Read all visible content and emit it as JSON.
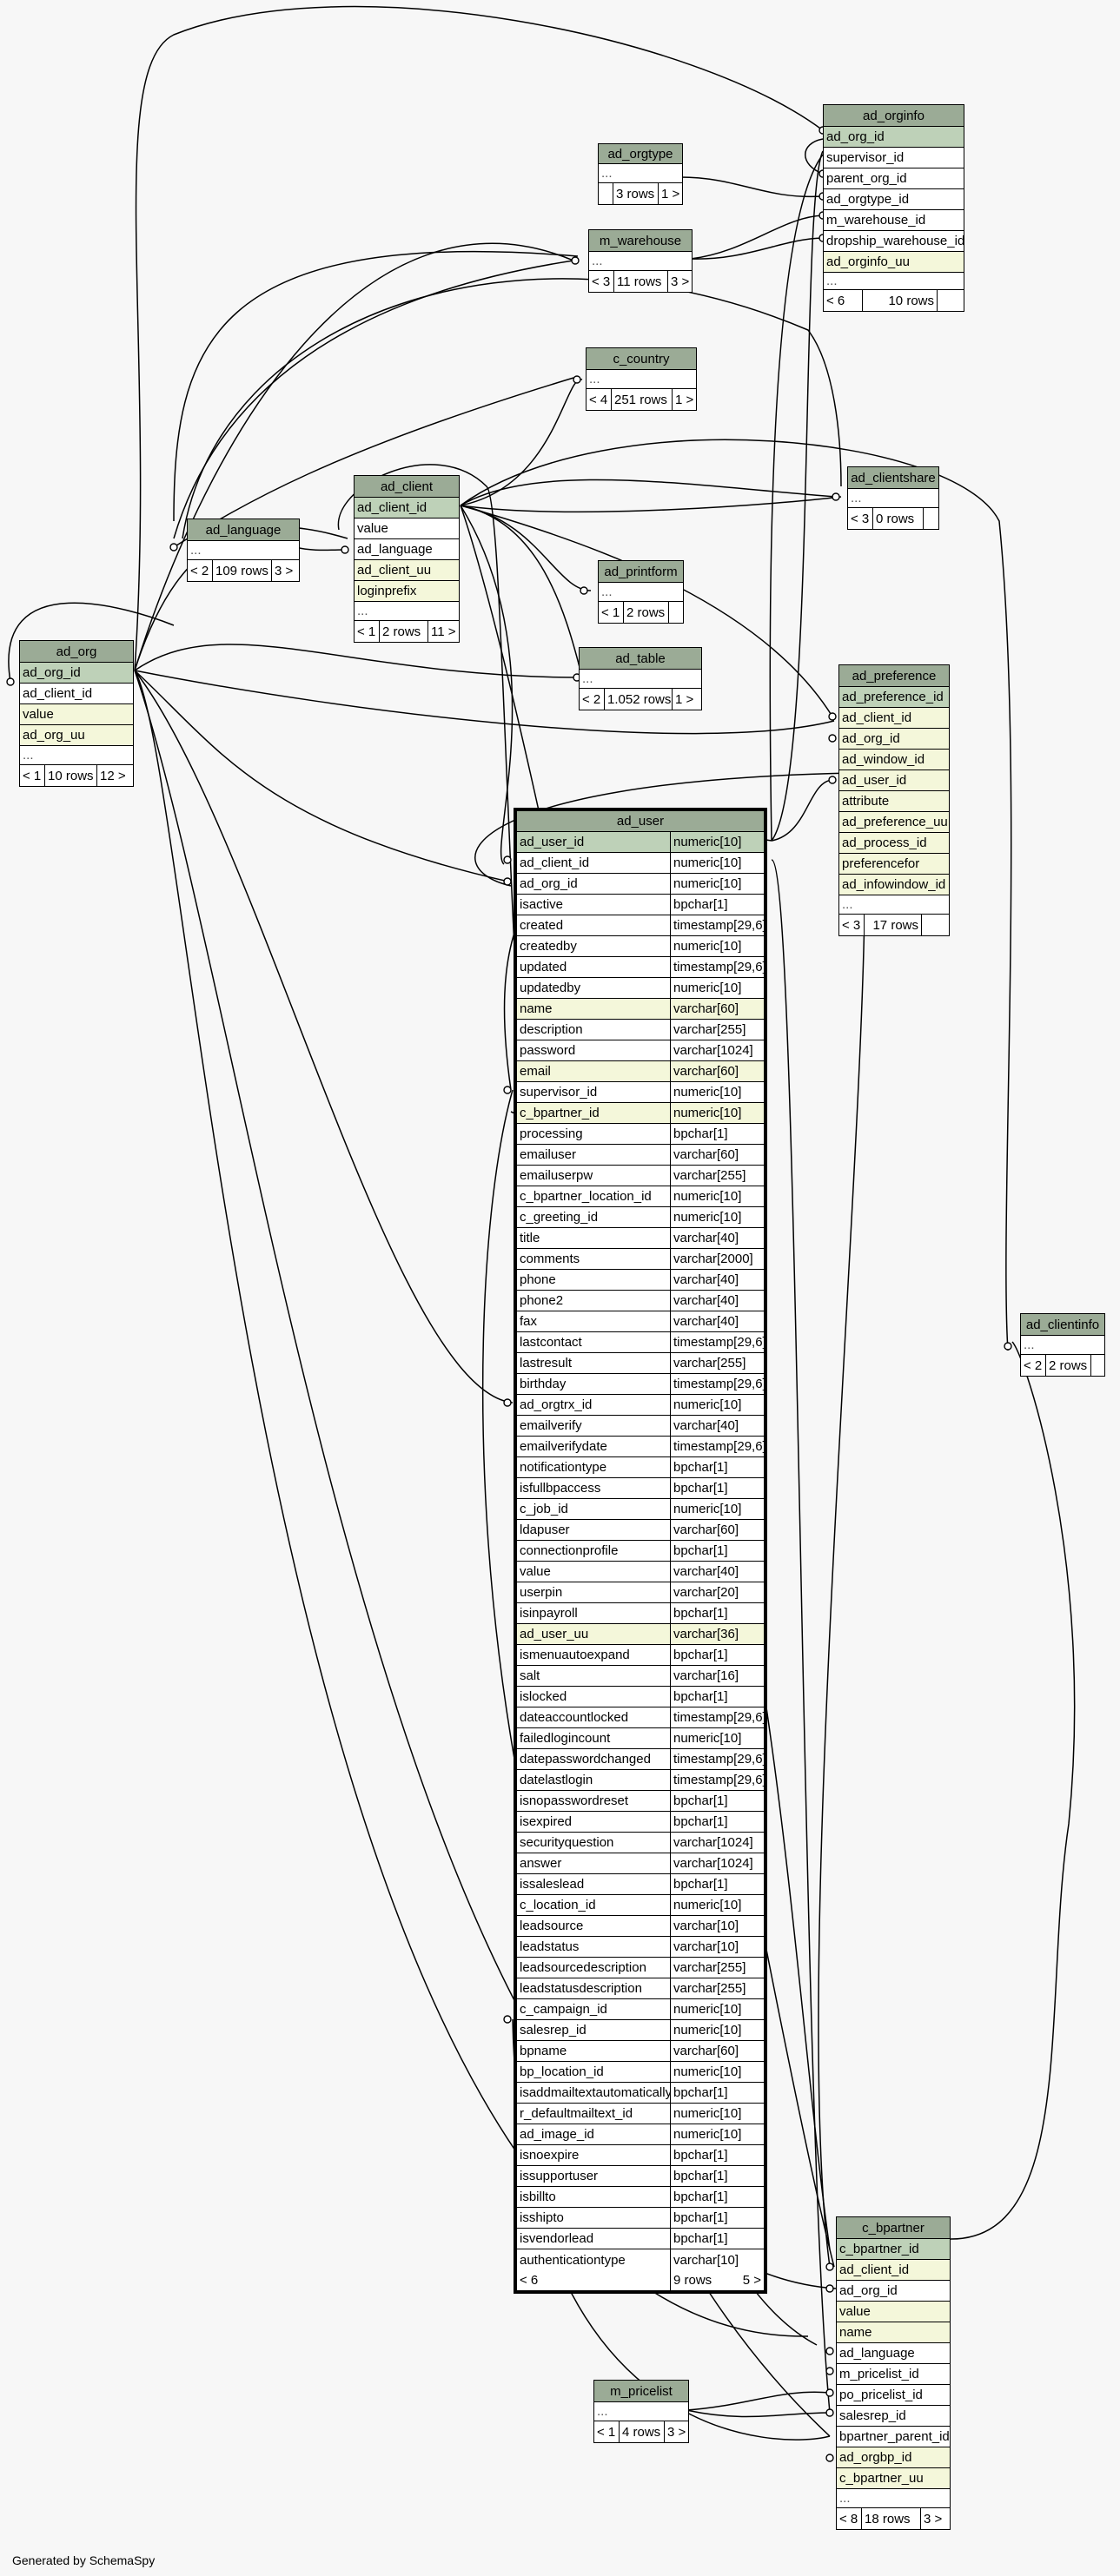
{
  "footer": "Generated by SchemaSpy",
  "tables": {
    "ad_orginfo": {
      "name": "ad_orginfo",
      "columns": [
        "ad_org_id",
        "supervisor_id",
        "parent_org_id",
        "ad_orgtype_id",
        "m_warehouse_id",
        "dropship_warehouse_id",
        "ad_orginfo_uu",
        "..."
      ],
      "footer": [
        "< 6",
        "10 rows",
        ""
      ]
    },
    "ad_orgtype": {
      "name": "ad_orgtype",
      "columns": [
        "..."
      ],
      "footer": [
        "",
        "3 rows",
        "1 >"
      ]
    },
    "m_warehouse": {
      "name": "m_warehouse",
      "columns": [
        "..."
      ],
      "footer": [
        "< 3",
        "11 rows",
        "3 >"
      ]
    },
    "c_country": {
      "name": "c_country",
      "columns": [
        "..."
      ],
      "footer": [
        "< 4",
        "251 rows",
        "1 >"
      ]
    },
    "ad_clientshare": {
      "name": "ad_clientshare",
      "columns": [
        "..."
      ],
      "footer": [
        "< 3",
        "0 rows",
        ""
      ]
    },
    "ad_client": {
      "name": "ad_client",
      "columns": [
        "ad_client_id",
        "value",
        "ad_language",
        "ad_client_uu",
        "loginprefix",
        "..."
      ],
      "footer": [
        "< 1",
        "2 rows",
        "11 >"
      ]
    },
    "ad_language": {
      "name": "ad_language",
      "columns": [
        "..."
      ],
      "footer": [
        "< 2",
        "109 rows",
        "3 >"
      ]
    },
    "ad_printform": {
      "name": "ad_printform",
      "columns": [
        "..."
      ],
      "footer": [
        "< 1",
        "2 rows",
        ""
      ]
    },
    "ad_org": {
      "name": "ad_org",
      "columns": [
        "ad_org_id",
        "ad_client_id",
        "value",
        "ad_org_uu",
        "..."
      ],
      "footer": [
        "< 1",
        "10 rows",
        "12 >"
      ]
    },
    "ad_table": {
      "name": "ad_table",
      "columns": [
        "..."
      ],
      "footer": [
        "< 2",
        "1.052 rows",
        "1 >"
      ]
    },
    "ad_preference": {
      "name": "ad_preference",
      "columns": [
        "ad_preference_id",
        "ad_client_id",
        "ad_org_id",
        "ad_window_id",
        "ad_user_id",
        "attribute",
        "ad_preference_uu",
        "ad_process_id",
        "preferencefor",
        "ad_infowindow_id",
        "..."
      ],
      "footer": [
        "< 3",
        "17 rows",
        ""
      ]
    },
    "ad_clientinfo": {
      "name": "ad_clientinfo",
      "columns": [
        "..."
      ],
      "footer": [
        "< 2",
        "2 rows",
        ""
      ]
    },
    "ad_user": {
      "name": "ad_user",
      "columns": [
        [
          "ad_user_id",
          "numeric[10]"
        ],
        [
          "ad_client_id",
          "numeric[10]"
        ],
        [
          "ad_org_id",
          "numeric[10]"
        ],
        [
          "isactive",
          "bpchar[1]"
        ],
        [
          "created",
          "timestamp[29,6]"
        ],
        [
          "createdby",
          "numeric[10]"
        ],
        [
          "updated",
          "timestamp[29,6]"
        ],
        [
          "updatedby",
          "numeric[10]"
        ],
        [
          "name",
          "varchar[60]"
        ],
        [
          "description",
          "varchar[255]"
        ],
        [
          "password",
          "varchar[1024]"
        ],
        [
          "email",
          "varchar[60]"
        ],
        [
          "supervisor_id",
          "numeric[10]"
        ],
        [
          "c_bpartner_id",
          "numeric[10]"
        ],
        [
          "processing",
          "bpchar[1]"
        ],
        [
          "emailuser",
          "varchar[60]"
        ],
        [
          "emailuserpw",
          "varchar[255]"
        ],
        [
          "c_bpartner_location_id",
          "numeric[10]"
        ],
        [
          "c_greeting_id",
          "numeric[10]"
        ],
        [
          "title",
          "varchar[40]"
        ],
        [
          "comments",
          "varchar[2000]"
        ],
        [
          "phone",
          "varchar[40]"
        ],
        [
          "phone2",
          "varchar[40]"
        ],
        [
          "fax",
          "varchar[40]"
        ],
        [
          "lastcontact",
          "timestamp[29,6]"
        ],
        [
          "lastresult",
          "varchar[255]"
        ],
        [
          "birthday",
          "timestamp[29,6]"
        ],
        [
          "ad_orgtrx_id",
          "numeric[10]"
        ],
        [
          "emailverify",
          "varchar[40]"
        ],
        [
          "emailverifydate",
          "timestamp[29,6]"
        ],
        [
          "notificationtype",
          "bpchar[1]"
        ],
        [
          "isfullbpaccess",
          "bpchar[1]"
        ],
        [
          "c_job_id",
          "numeric[10]"
        ],
        [
          "ldapuser",
          "varchar[60]"
        ],
        [
          "connectionprofile",
          "bpchar[1]"
        ],
        [
          "value",
          "varchar[40]"
        ],
        [
          "userpin",
          "varchar[20]"
        ],
        [
          "isinpayroll",
          "bpchar[1]"
        ],
        [
          "ad_user_uu",
          "varchar[36]"
        ],
        [
          "ismenuautoexpand",
          "bpchar[1]"
        ],
        [
          "salt",
          "varchar[16]"
        ],
        [
          "islocked",
          "bpchar[1]"
        ],
        [
          "dateaccountlocked",
          "timestamp[29,6]"
        ],
        [
          "failedlogincount",
          "numeric[10]"
        ],
        [
          "datepasswordchanged",
          "timestamp[29,6]"
        ],
        [
          "datelastlogin",
          "timestamp[29,6]"
        ],
        [
          "isnopasswordreset",
          "bpchar[1]"
        ],
        [
          "isexpired",
          "bpchar[1]"
        ],
        [
          "securityquestion",
          "varchar[1024]"
        ],
        [
          "answer",
          "varchar[1024]"
        ],
        [
          "issaleslead",
          "bpchar[1]"
        ],
        [
          "c_location_id",
          "numeric[10]"
        ],
        [
          "leadsource",
          "varchar[10]"
        ],
        [
          "leadstatus",
          "varchar[10]"
        ],
        [
          "leadsourcedescription",
          "varchar[255]"
        ],
        [
          "leadstatusdescription",
          "varchar[255]"
        ],
        [
          "c_campaign_id",
          "numeric[10]"
        ],
        [
          "salesrep_id",
          "numeric[10]"
        ],
        [
          "bpname",
          "varchar[60]"
        ],
        [
          "bp_location_id",
          "numeric[10]"
        ],
        [
          "isaddmailtextautomatically",
          "bpchar[1]"
        ],
        [
          "r_defaultmailtext_id",
          "numeric[10]"
        ],
        [
          "ad_image_id",
          "numeric[10]"
        ],
        [
          "isnoexpire",
          "bpchar[1]"
        ],
        [
          "issupportuser",
          "bpchar[1]"
        ],
        [
          "isbillto",
          "bpchar[1]"
        ],
        [
          "isshipto",
          "bpchar[1]"
        ],
        [
          "isvendorlead",
          "bpchar[1]"
        ],
        [
          "authenticationtype",
          "varchar[10]"
        ]
      ],
      "footer": [
        "< 6",
        "9 rows",
        "5 >"
      ]
    },
    "c_bpartner": {
      "name": "c_bpartner",
      "columns": [
        "c_bpartner_id",
        "ad_client_id",
        "ad_org_id",
        "value",
        "name",
        "ad_language",
        "m_pricelist_id",
        "po_pricelist_id",
        "salesrep_id",
        "bpartner_parent_id",
        "ad_orgbp_id",
        "c_bpartner_uu",
        "..."
      ],
      "footer": [
        "< 8",
        "18 rows",
        "3 >"
      ]
    },
    "m_pricelist": {
      "name": "m_pricelist",
      "columns": [
        "..."
      ],
      "footer": [
        "< 1",
        "4 rows",
        "3 >"
      ]
    }
  }
}
